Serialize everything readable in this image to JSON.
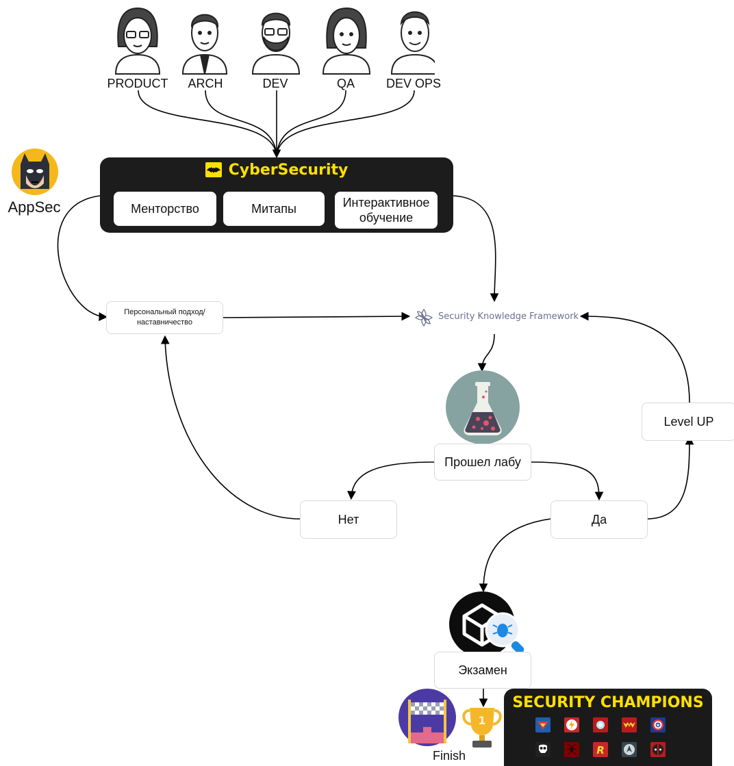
{
  "roles": [
    {
      "id": "product",
      "label": "PRODUCT"
    },
    {
      "id": "arch",
      "label": "ARCH"
    },
    {
      "id": "dev",
      "label": "DEV"
    },
    {
      "id": "qa",
      "label": "QA"
    },
    {
      "id": "devops",
      "label": "DEV OPS"
    }
  ],
  "appsec": {
    "label": "AppSec"
  },
  "cybersecurity": {
    "title": "CyberSecurity",
    "items": [
      "Менторство",
      "Митапы",
      "Интерактивное обучение"
    ]
  },
  "nodes": {
    "personal": "Персональный подход/ наставничество",
    "skf": "Security Knowledge Framework",
    "lab": "Прошел лабу",
    "no": "Нет",
    "yes": "Да",
    "levelup": "Level UP",
    "exam": "Экзамен",
    "finish": "Finish"
  },
  "champions": {
    "title": "SECURITY CHAMPIONS"
  },
  "colors": {
    "accent": "#ffe000",
    "dark": "#1c1c1c",
    "flask_bg": "#86a3a1",
    "finish_bg": "#4b3aa3"
  }
}
